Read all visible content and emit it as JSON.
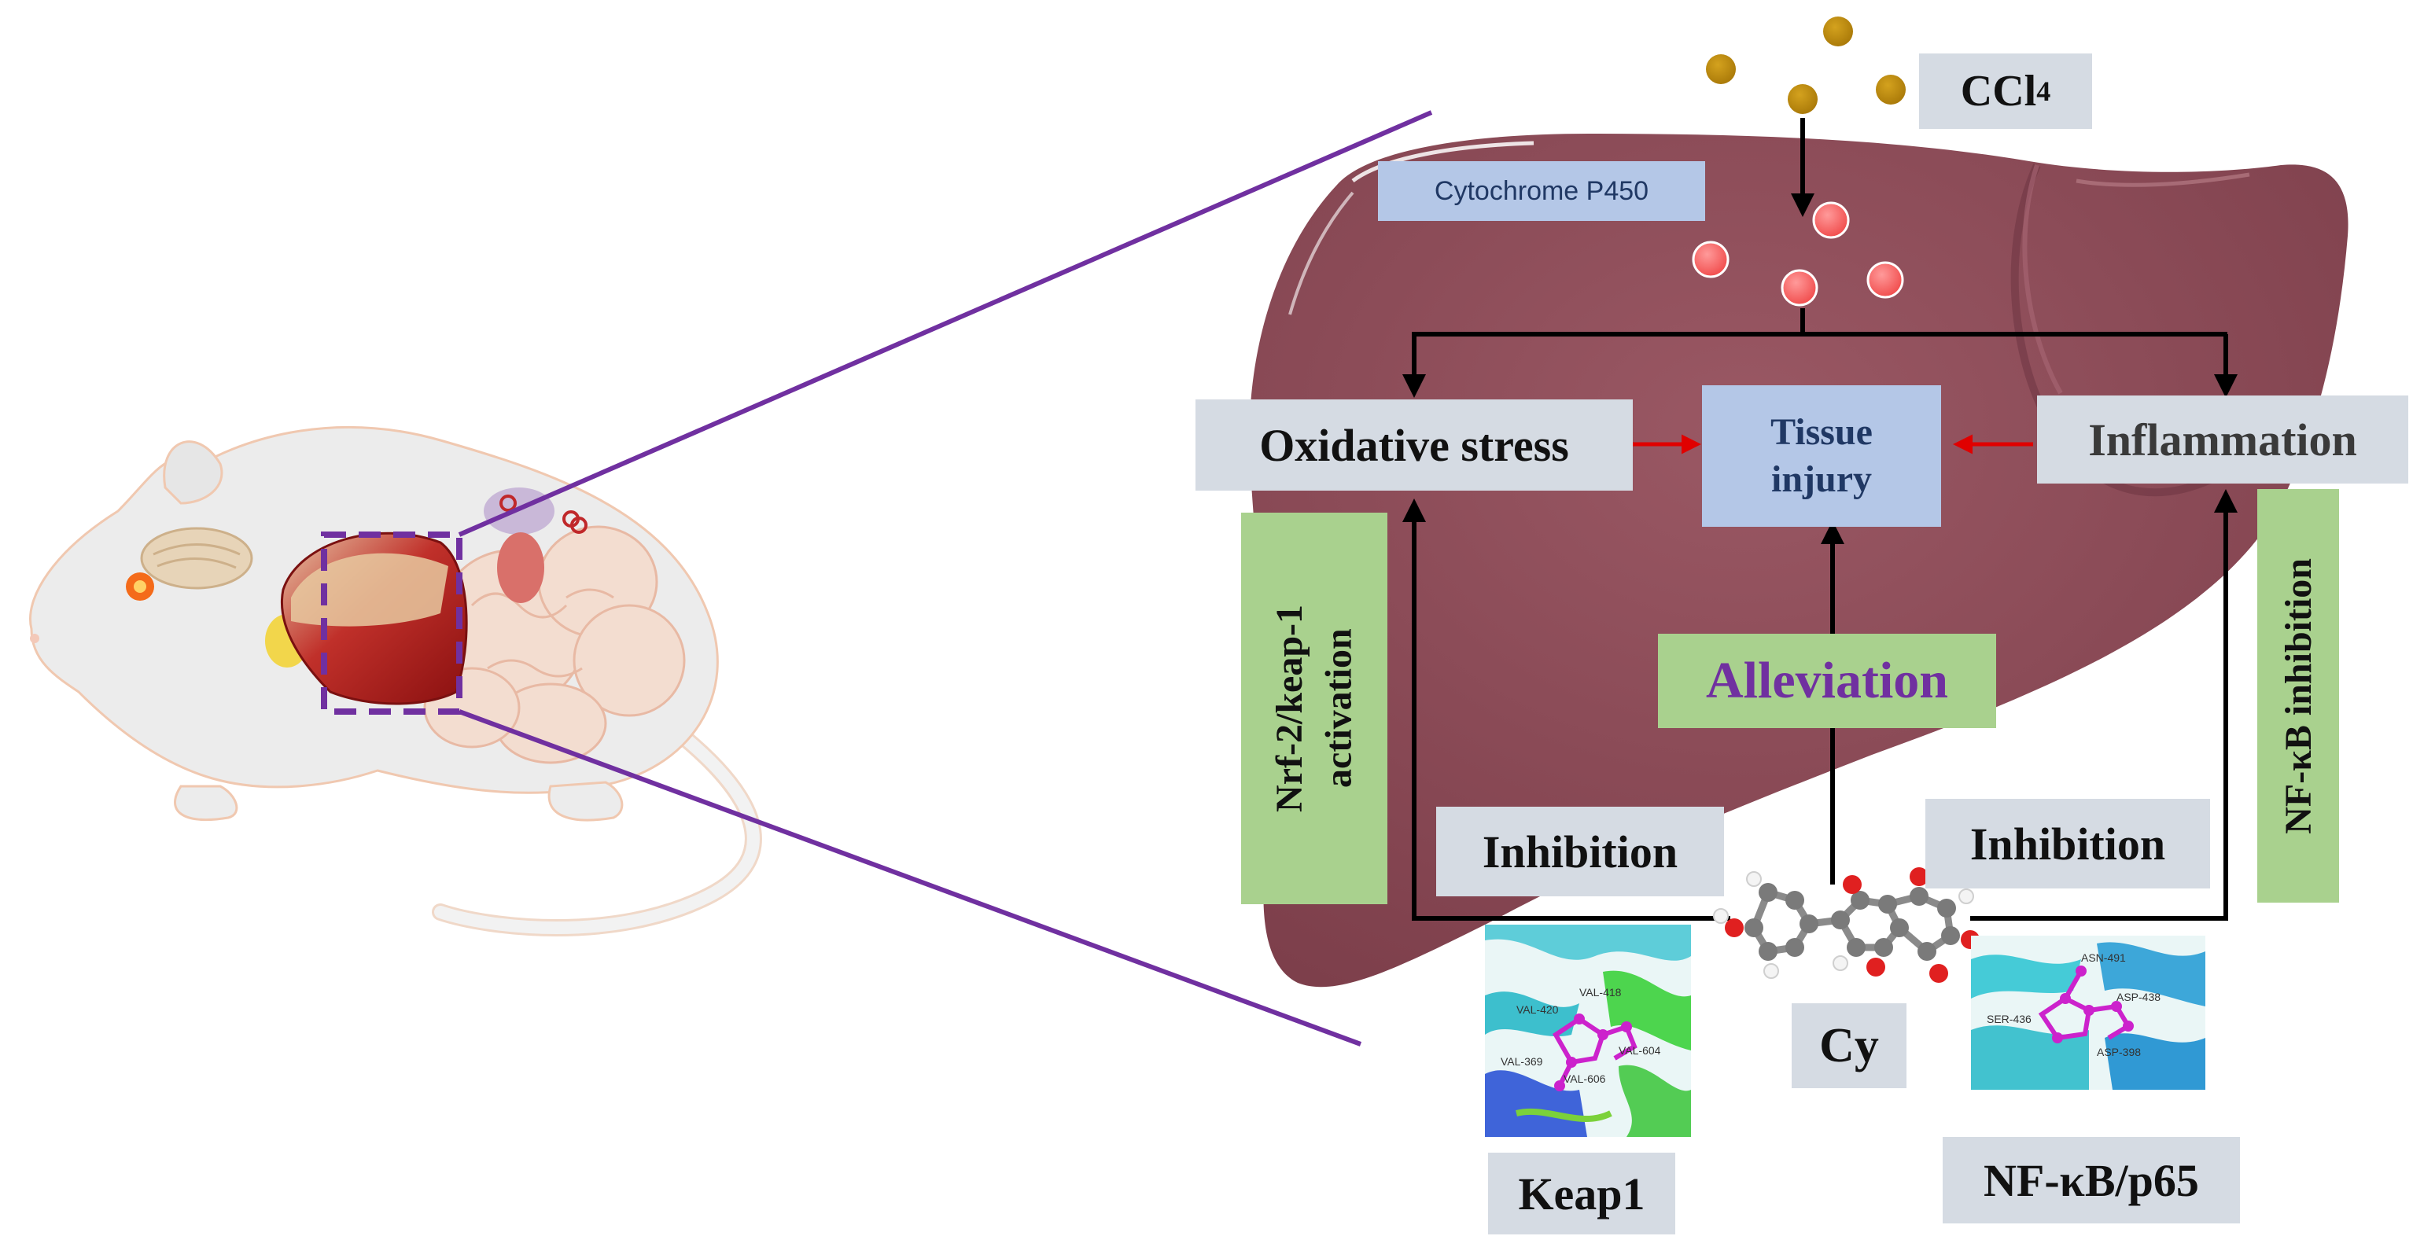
{
  "labels": {
    "ccl4_base": "CCl",
    "ccl4_sub": "4",
    "cytochrome": "Cytochrome P450",
    "oxidative_stress": "Oxidative stress",
    "tissue_injury_line1": "Tissue",
    "tissue_injury_line2": "injury",
    "inflammation": "Inflammation",
    "nrf2_line1": "Nrf-2/keap-1",
    "nrf2_line2": "activation",
    "nfkb_inhibition": "NF-κB inhibition",
    "alleviation": "Alleviation",
    "inhibition_left": "Inhibition",
    "inhibition_right": "Inhibition",
    "cy": "Cy",
    "keap1": "Keap1",
    "nfkb_p65": "NF-κB/p65"
  },
  "docking_left": {
    "residues": [
      "VAL-418",
      "VAL-420",
      "VAL-604",
      "VAL-369",
      "VAL-606"
    ]
  },
  "docking_right": {
    "residues": [
      "ASN-491",
      "SER-436",
      "ASP-438",
      "ASP-398"
    ]
  },
  "colors": {
    "liver": "#8c4b58",
    "liver_dark": "#6e3542",
    "zoom_line": "#7030a0",
    "ccl4_dot": "#b8860b",
    "radical_dot": "#f25c5c",
    "inhibit_arrow": "#e00000",
    "alleviation_text": "#7030a0",
    "box_gray": "#d5dbe3",
    "box_blue": "#b4c7e7",
    "box_green": "#a9d18e"
  }
}
